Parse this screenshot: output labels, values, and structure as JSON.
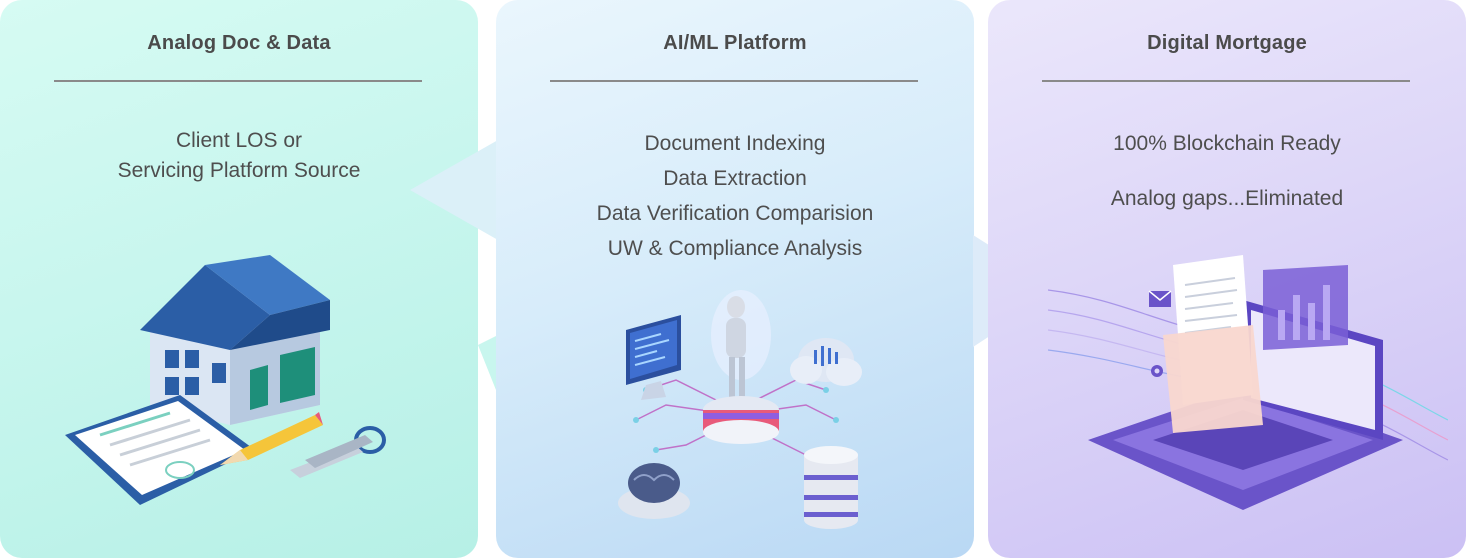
{
  "panels": [
    {
      "title": "Analog Doc & Data",
      "lines": [
        "Client LOS or",
        "Servicing Platform Source"
      ]
    },
    {
      "title": "AI/ML Platform",
      "lines": [
        "Document Indexing",
        "Data Extraction",
        "Data Verification Comparision",
        "UW & Compliance Analysis"
      ]
    },
    {
      "title": "Digital Mortgage",
      "lines": [
        "100% Blockchain Ready",
        "Analog gaps...Eliminated"
      ]
    }
  ],
  "colors": {
    "panel1": "#c8f6ee",
    "panel2": "#d7ecfa",
    "panel3": "#ddd6f8",
    "house_roof": "#2b5ea6",
    "accent_teal": "#1e8f7a",
    "accent_purple": "#6a54c9"
  },
  "icons": [
    "house-icon",
    "clipboard-icon",
    "pencil-icon",
    "keys-icon",
    "monitor-icon",
    "robot-icon",
    "cloud-icon",
    "brain-icon",
    "database-icon",
    "laptop-icon",
    "document-icon",
    "chart-icon"
  ]
}
